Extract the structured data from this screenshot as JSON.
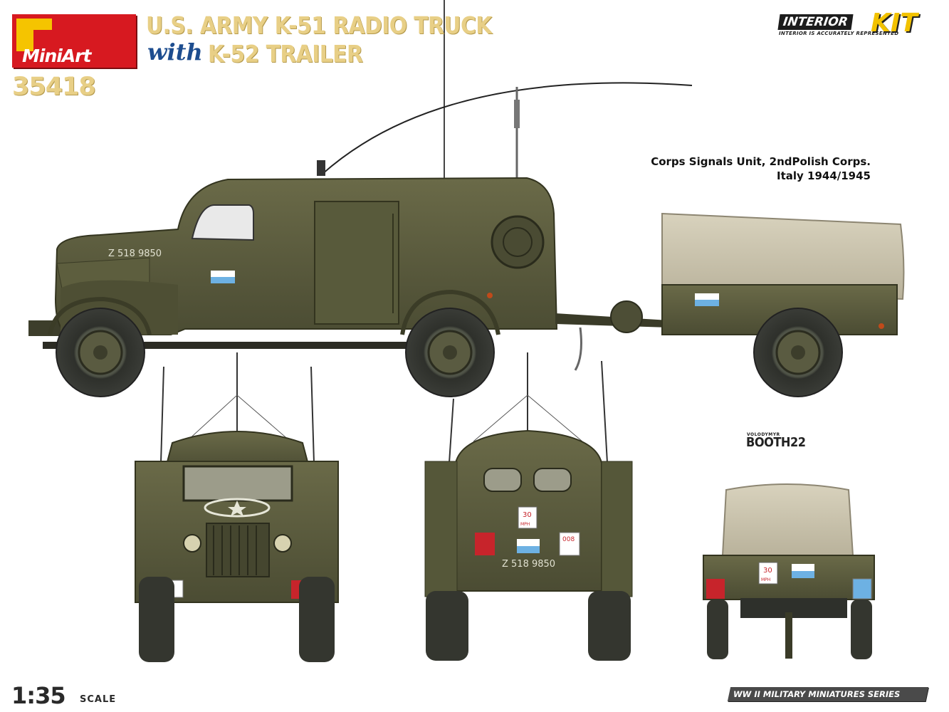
{
  "brand": {
    "logo_text": "MiniArt",
    "colors": {
      "red": "#d71920",
      "yellow": "#f5c400",
      "title_gold": "#e8cf86",
      "with_blue": "#1d4d8f",
      "olive": "#5a5a3c"
    }
  },
  "title": {
    "line1": "U.S. ARMY K-51 RADIO TRUCK",
    "line2_with": "with",
    "line2_rest": "K-52 TRAILER",
    "kit_number": "35418"
  },
  "badge": {
    "interior": "INTERIOR",
    "kit": "KIT",
    "subtitle": "INTERIOR IS ACCURATELY REPRESENTED"
  },
  "caption": {
    "line1": "Corps Signals Unit, 2ndPolish Corps.",
    "line2": "Italy 1944/1945"
  },
  "artist": {
    "first": "VOLODYMYR",
    "last": "BOOTH22"
  },
  "markings": {
    "registration": "Z 518 9850",
    "speed_plate_top": "30",
    "speed_plate_bottom": "MPH",
    "bridge_plate": "008"
  },
  "views": {
    "side_view": "side-view-truck-and-trailer",
    "front_view": "front-view-truck",
    "rear_view": "rear-view-truck",
    "trailer_rear_view": "rear-view-trailer"
  },
  "scale": {
    "value": "1:35",
    "word": "SCALE"
  },
  "series": {
    "label": "WW II MILITARY MINIATURES SERIES"
  }
}
